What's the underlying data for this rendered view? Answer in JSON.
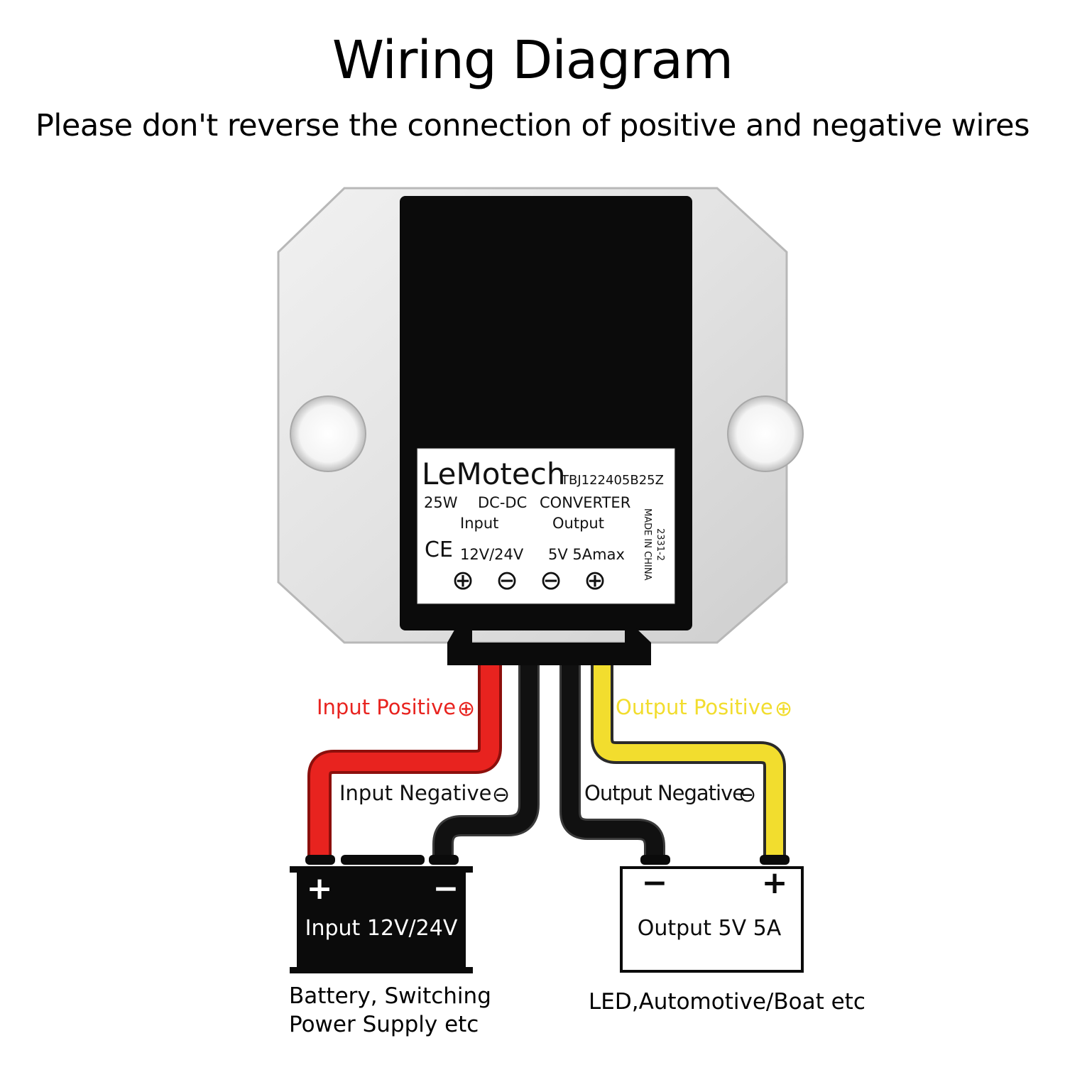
{
  "header": {
    "title": "Wiring Diagram",
    "subtitle": "Please don't reverse the connection of positive and negative wires"
  },
  "device": {
    "brand": "LeMotech",
    "model": "TBJ122405B25Z",
    "power": "25W",
    "type_a": "DC-DC",
    "type_b": "CONVERTER",
    "input_label": "Input",
    "output_label": "Output",
    "input_voltage": "12V/24V",
    "output_rating": "5V 5Amax",
    "batch": "2331-2",
    "origin": "MADE IN CHINA",
    "cert": "CE",
    "terminal_symbols": [
      "⊕",
      "⊖",
      "⊖",
      "⊕"
    ]
  },
  "wires": {
    "input_positive": {
      "label": "Input Positive",
      "symbol": "⊕",
      "color": "#e8231f"
    },
    "input_negative": {
      "label": "Input Negative",
      "symbol": "⊖",
      "color": "#111111"
    },
    "output_negative": {
      "label": "Output Negative",
      "symbol": "⊖",
      "color": "#111111"
    },
    "output_positive": {
      "label": "Output Positive",
      "symbol": "⊕",
      "color": "#f2dd2e"
    }
  },
  "input_source": {
    "label": "Input 12V/24V",
    "plus": "+",
    "minus": "−",
    "caption_line1": "Battery, Switching",
    "caption_line2": "Power Supply etc"
  },
  "output_load": {
    "label": "Output 5V 5A",
    "plus": "+",
    "minus": "−",
    "caption": "LED,Automotive/Boat etc"
  }
}
